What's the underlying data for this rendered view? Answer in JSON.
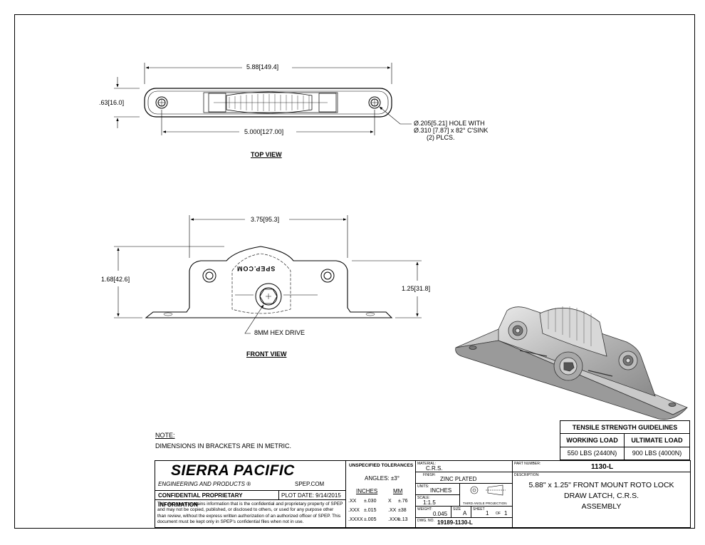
{
  "views": {
    "top": {
      "label": "TOP VIEW",
      "dim_length": "5.88",
      "dim_length_metric": "149.4",
      "dim_height": ".63",
      "dim_height_metric": "16.0",
      "dim_holes": "5.000",
      "dim_holes_metric": "127.00",
      "hole_note_1": "Ø.205",
      "hole_note_1_metric": "5.21",
      "hole_note_1_tail": "HOLE WITH",
      "hole_note_2": "Ø.310 [7.87] x 82° C'SINK",
      "hole_note_3": "(2) PLCS."
    },
    "front": {
      "label": "FRONT VIEW",
      "dim_width": "3.75",
      "dim_width_metric": "95.3",
      "dim_height": "1.68",
      "dim_height_metric": "42.6",
      "dim_height2": "1.25",
      "dim_height2_metric": "31.8",
      "hex_note": "8MM HEX DRIVE",
      "embossed": "SPEP.COM"
    }
  },
  "note": {
    "title": "NOTE:",
    "text": "DIMENSIONS IN BRACKETS ARE IN METRIC."
  },
  "tensile": {
    "title": "TENSILE STRENGTH GUIDELINES",
    "col1": "WORKING LOAD",
    "col2": "ULTIMATE LOAD",
    "val1": "550 LBS (2440N)",
    "val2": "900 LBS (4000N)"
  },
  "title_block": {
    "company": "SIERRA PACIFIC",
    "subtitle": "ENGINEERING AND PRODUCTS",
    "reg": "®",
    "website": "SPEP.COM",
    "confidential": "CONFIDENTIAL PROPRIETARY INFORMATION",
    "plot_date_label": "PLOT DATE:",
    "plot_date": "9/14/2015",
    "disclaimer": "This document contains information that is the confidential and proprietary property of SPEP and may not be copied, published, or disclosed to others, or used for any purpose other than review, without the express written authorization of an authorized officer of SPEP. This document must be kept only in SPEP's confidential files when not in use.",
    "tolerances_title": "UNSPECIFIED TOLERANCES",
    "angles": "ANGLES: ±3°",
    "inches": "INCHES",
    "mm": "MM",
    "tol_rows": [
      {
        "in_fmt": ".XX",
        "in_tol": "±.030",
        "mm_fmt": "X",
        "mm_tol": "±.76"
      },
      {
        "in_fmt": ".XXX",
        "in_tol": "±.015",
        "mm_fmt": ".XX",
        "mm_tol": "±38"
      },
      {
        "in_fmt": ".XXXX",
        "in_tol": "±.005",
        "mm_fmt": ".XXX",
        "mm_tol": "±.13"
      }
    ],
    "material_label": "MATERIAL:",
    "material": "C.R.S.",
    "finish_label": "FINISH:",
    "finish": "ZINC PLATED",
    "units_label": "UNITS:",
    "units": "INCHES",
    "scale_label": "SCALE:",
    "scale": "1:1.5",
    "projection": "THIRD ANGLE PROJECTION",
    "weight_label": "WEIGHT:",
    "weight": "0.045",
    "size_label": "SIZE",
    "size": "A",
    "sheet_label": "SHEET",
    "sheet": "1",
    "of_label": "OF",
    "of": "1",
    "dwg_label": "DWG. NO.",
    "dwg": "19189-1130-L",
    "part_label": "PART NUMBER:",
    "part": "1130-L",
    "desc_label": "DESCRIPTION:",
    "desc1": "5.88\" x 1.25\" FRONT MOUNT ROTO LOCK",
    "desc2": "DRAW LATCH, C.R.S.",
    "desc3": "ASSEMBLY"
  }
}
